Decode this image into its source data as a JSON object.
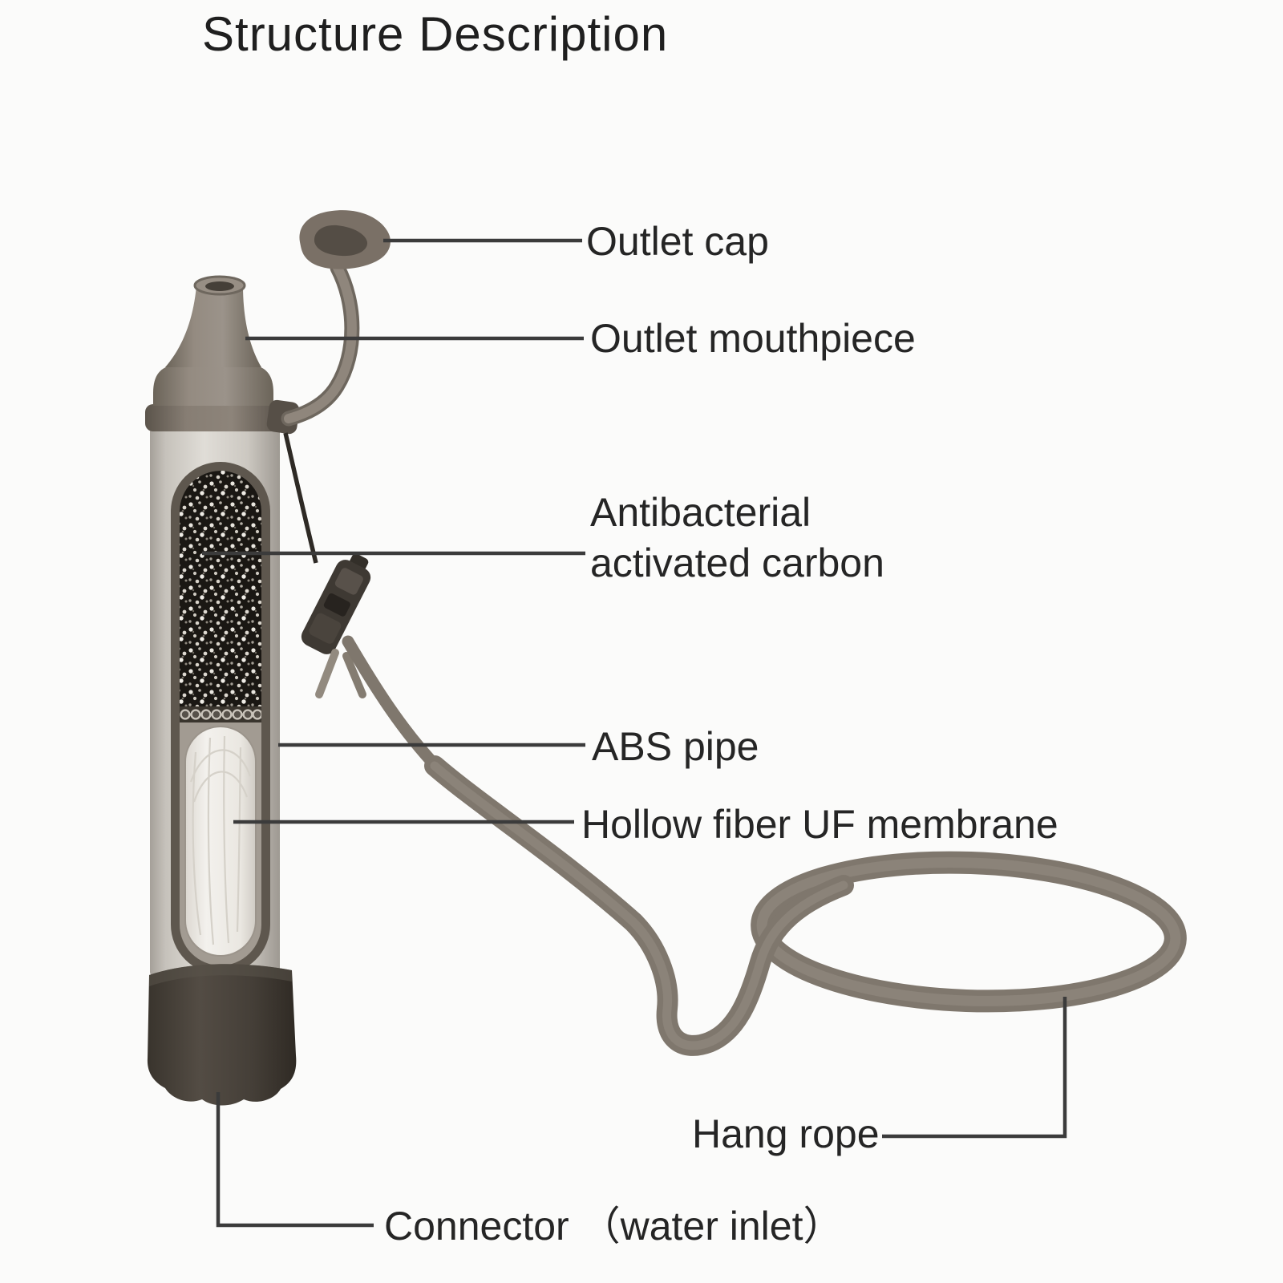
{
  "title": "Structure Description",
  "labels": {
    "outlet_cap": "Outlet cap",
    "outlet_mouthpiece": "Outlet mouthpiece",
    "activated_carbon": "Antibacterial\nactivated carbon",
    "abs_pipe": "ABS pipe",
    "uf_membrane": "Hollow fiber UF membrane",
    "hang_rope": "Hang rope",
    "connector": "Connector （water inlet）"
  },
  "colors": {
    "background": "#fbfbfa",
    "ink": "#252525",
    "leader_line": "#3b3b3b",
    "device_body": "#d9d6d0",
    "device_cap": "#8b8279",
    "window_border": "#5e574e",
    "carbon": "#16130f",
    "fiber": "#f0ede8",
    "connector_cap": "#433d36",
    "strap": "#7f776d"
  }
}
